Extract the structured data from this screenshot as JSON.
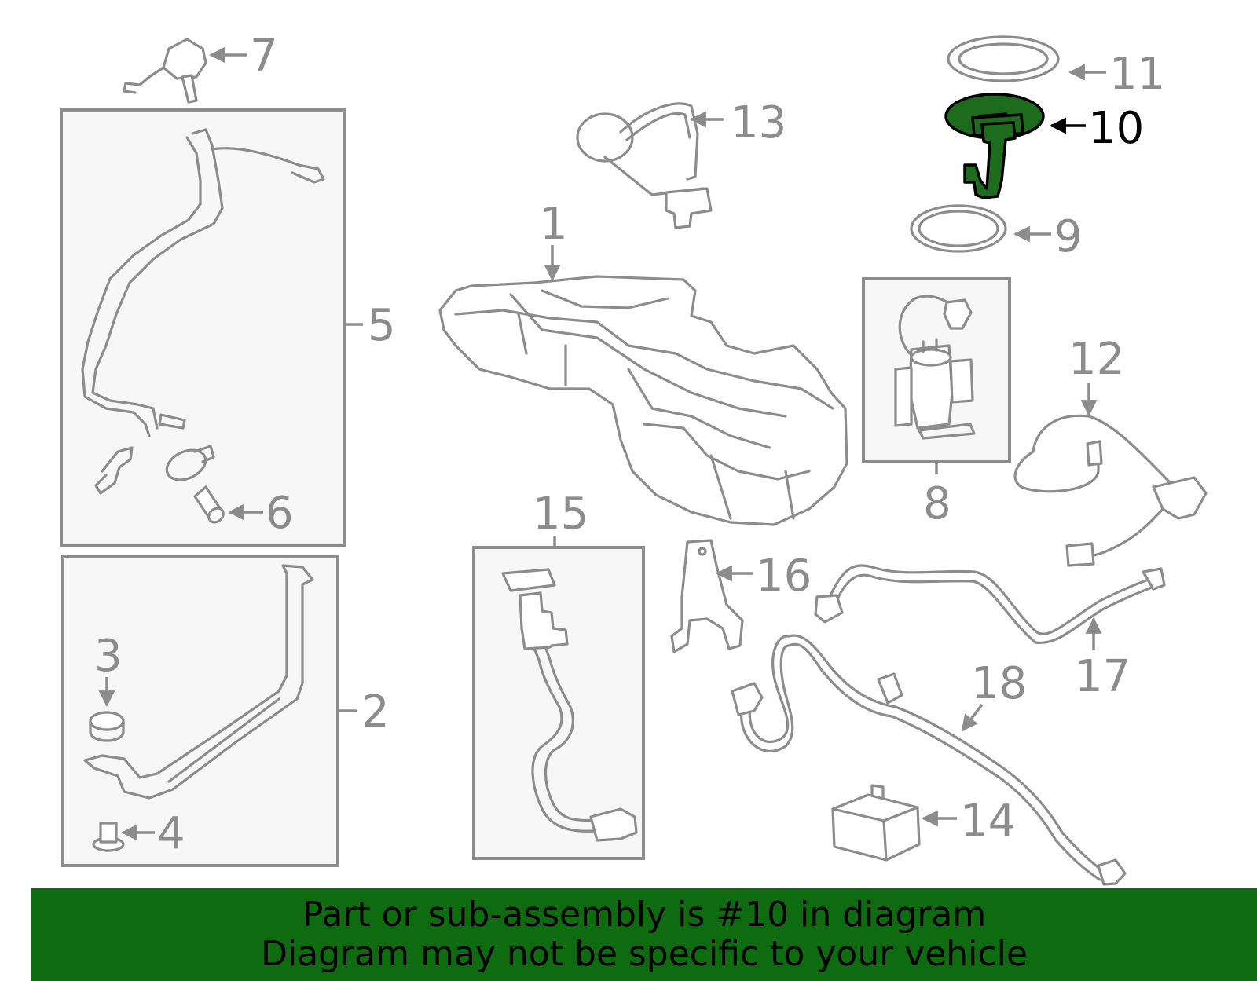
{
  "callouts": {
    "c1": "1",
    "c2": "2",
    "c3": "3",
    "c4": "4",
    "c5": "5",
    "c6": "6",
    "c7": "7",
    "c8": "8",
    "c9": "9",
    "c10": "10",
    "c11": "11",
    "c12": "12",
    "c13": "13",
    "c14": "14",
    "c15": "15",
    "c16": "16",
    "c17": "17",
    "c18": "18"
  },
  "highlighted_part": "10",
  "colors": {
    "line": "#8c8c8c",
    "highlight_fill": "#1d6b1d",
    "banner_background": "#0f6b0f",
    "banner_text": "#000000"
  },
  "banner": {
    "line1": "Part or sub-assembly is #10 in diagram",
    "line2": "Diagram may not be specific to your vehicle"
  }
}
